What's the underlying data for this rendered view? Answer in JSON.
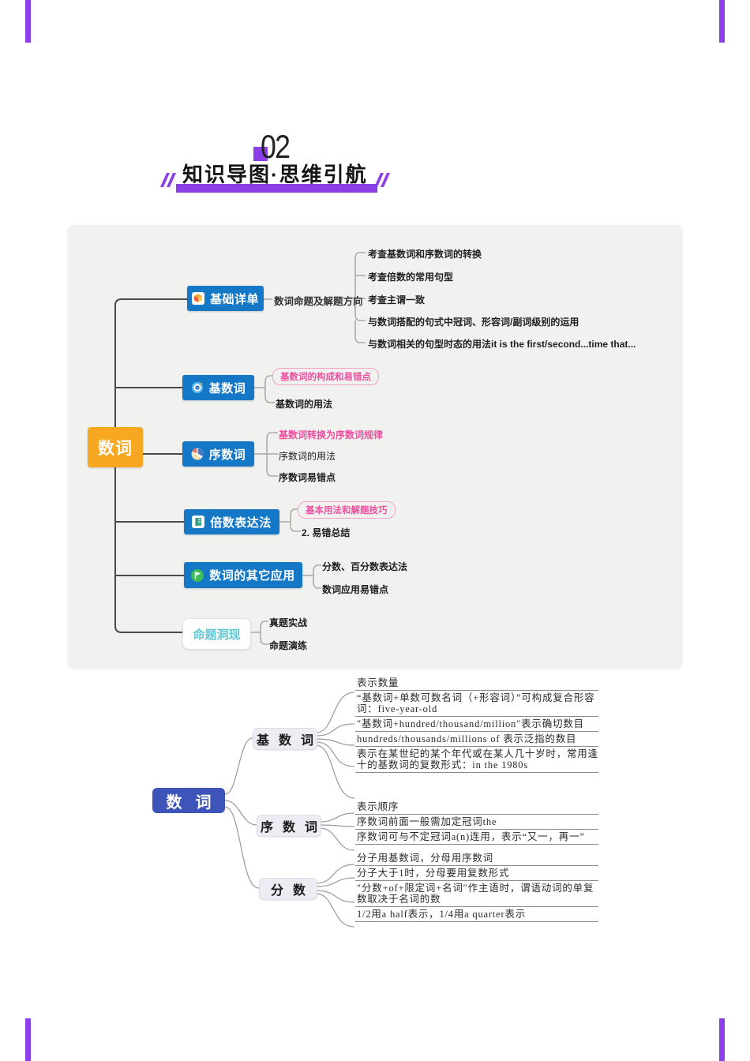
{
  "accent": {
    "purple": "#8C3FE6",
    "node_blue": "#1478C6",
    "root_yellow": "#F8A820",
    "pink": "#ED4FA0",
    "teal": "#5FC8D4",
    "map2_blue": "#3D55B8"
  },
  "header": {
    "section_number": "02",
    "title": "知识导图·思维引航"
  },
  "map1": {
    "root": "数词",
    "branch_basics": {
      "label": "基础详单",
      "icon": "cube-icon",
      "subtopic": "数词命题及解题方向",
      "leaves": [
        "考查基数词和序数词的转换",
        "考查倍数的常用句型",
        "考查主谓一致",
        "与数词搭配的句式中冠词、形容词/副词级别的运用",
        "与数词相关的句型时态的用法it is the first/second...time that..."
      ]
    },
    "branch_cardinal": {
      "label": "基数词",
      "icon": "target-icon",
      "leaves": [
        "基数词的构成和易错点",
        "基数词的用法"
      ]
    },
    "branch_ordinal": {
      "label": "序数词",
      "icon": "pie-chart-icon",
      "leaves": [
        "基数词转换为序数词规律",
        "序数词的用法",
        "序数词易错点"
      ]
    },
    "branch_multiple": {
      "label": "倍数表达法",
      "icon": "notebook-icon",
      "leaves": [
        "基本用法和解题技巧",
        "2. 易错总结"
      ]
    },
    "branch_other": {
      "label": "数词的其它应用",
      "icon": "flag-icon",
      "leaves": [
        "分数、百分数表达法",
        "数词应用易错点"
      ]
    },
    "branch_exam": {
      "label": "命题洞现",
      "leaves": [
        "真题实战",
        "命题演练"
      ]
    }
  },
  "map2": {
    "root": "数 词",
    "cardinal": {
      "label": "基 数 词",
      "leaves": [
        "表示数量",
        "“基数词+单数可数名词（+形容词）”可构成复合形容词：five-year-old",
        "″基数词+hundred/thousand/million″表示确切数目",
        "hundreds/thousands/millions of 表示泛指的数目",
        "表示在某世纪的某个年代或在某人几十岁时，常用逢十的基数词的复数形式：in the 1980s"
      ]
    },
    "ordinal": {
      "label": "序 数 词",
      "leaves": [
        "表示顺序",
        "序数词前面一般需加定冠词the",
        "序数词可与不定冠词a(n)连用，表示“又一，再一”"
      ]
    },
    "fraction": {
      "label": "分 数",
      "leaves": [
        "分子用基数词，分母用序数词",
        "分子大于1时，分母要用复数形式",
        "″分数+of+限定词+名词″作主语时，谓语动词的单复数取决于名词的数",
        "1/2用a half表示，1/4用a quarter表示"
      ]
    }
  }
}
